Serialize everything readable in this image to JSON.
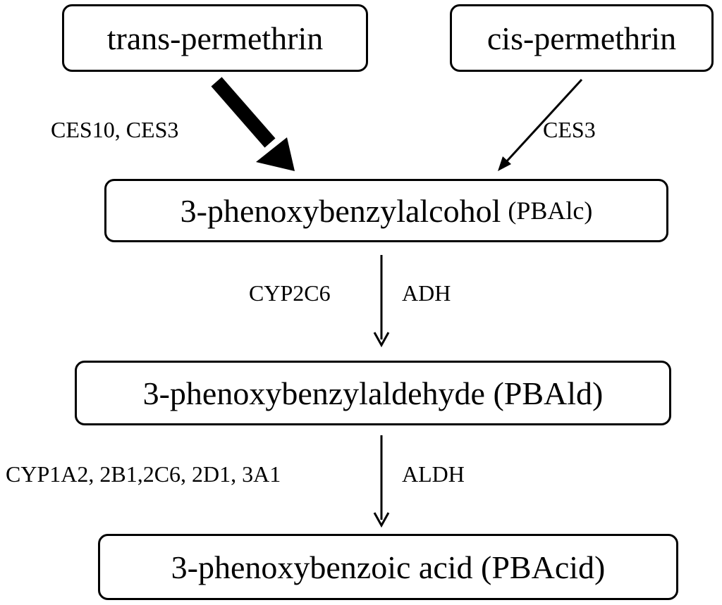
{
  "nodes": {
    "trans": {
      "name": "trans-permethrin"
    },
    "cis": {
      "name": "cis-permethrin"
    },
    "pbalc": {
      "name": "3-phenoxybenzylalcohol",
      "abbr": "(PBAlc)"
    },
    "pbald": {
      "name": "3-phenoxybenzylaldehyde (PBAld)"
    },
    "pbacid": {
      "name": "3-phenoxybenzoic acid (PBAcid)"
    }
  },
  "edges": {
    "trans_to_pbalc": {
      "enzymes": "CES10, CES3",
      "emphasis": "major"
    },
    "cis_to_pbalc": {
      "enzymes": "CES3",
      "emphasis": "minor"
    },
    "pbalc_to_pbald": {
      "enzymes_left": "CYP2C6",
      "enzymes_right": "ADH"
    },
    "pbald_to_pbacid": {
      "enzymes_left": "CYP1A2, 2B1,2C6, 2D1, 3A1",
      "enzymes_right": "ALDH"
    }
  }
}
